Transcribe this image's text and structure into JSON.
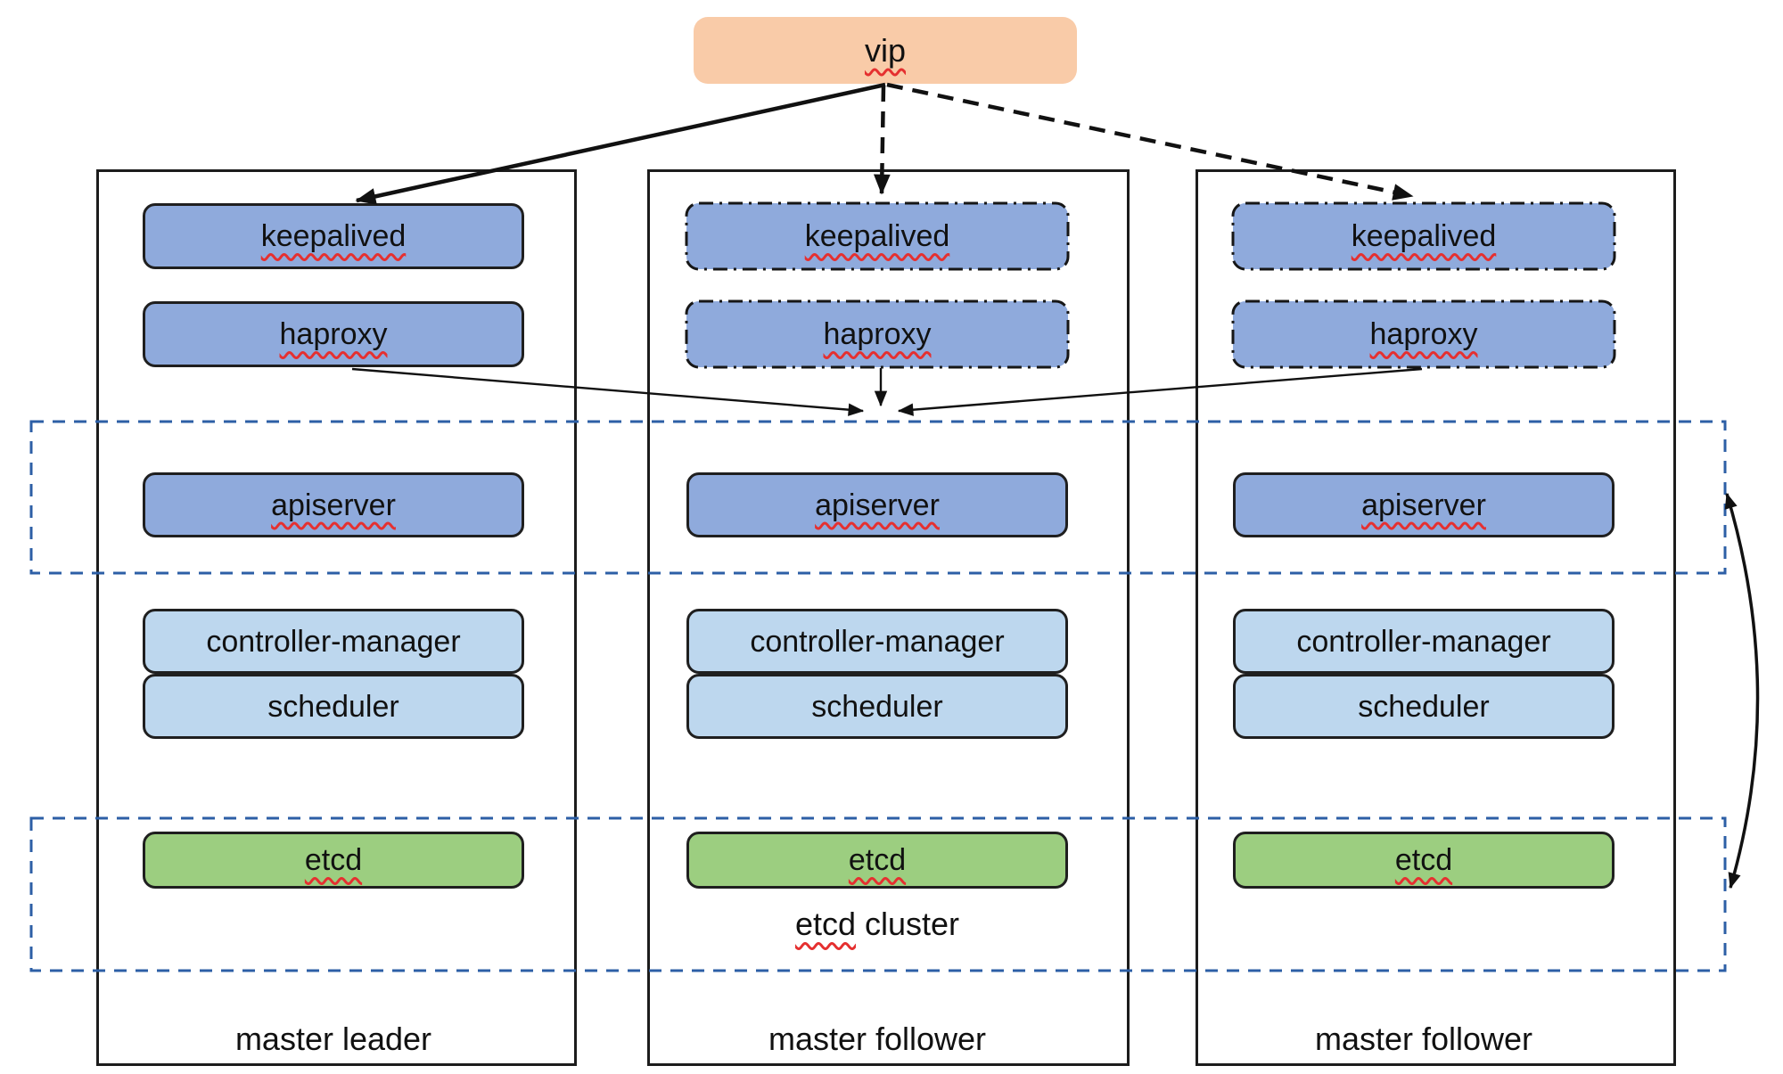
{
  "vip": {
    "label": "vip"
  },
  "columns": [
    {
      "role": "master leader",
      "boxes": {
        "keepalived": "keepalived",
        "haproxy": "haproxy",
        "apiserver": "apiserver",
        "controller_manager": "controller-manager",
        "scheduler": "scheduler",
        "etcd": "etcd"
      }
    },
    {
      "role": "master follower",
      "boxes": {
        "keepalived": "keepalived",
        "haproxy": "haproxy",
        "apiserver": "apiserver",
        "controller_manager": "controller-manager",
        "scheduler": "scheduler",
        "etcd": "etcd"
      }
    },
    {
      "role": "master follower",
      "boxes": {
        "keepalived": "keepalived",
        "haproxy": "haproxy",
        "apiserver": "apiserver",
        "controller_manager": "controller-manager",
        "scheduler": "scheduler",
        "etcd": "etcd"
      }
    }
  ],
  "groups": {
    "etcd_cluster": {
      "word": "etcd",
      "rest": " cluster"
    }
  },
  "colors": {
    "vip_fill": "#F9CBA8",
    "component_blue": "#8FAADC",
    "component_light_blue": "#BDD7EE",
    "component_green": "#9CCE80",
    "group_outline_blue": "#2D5FA6",
    "squiggle_red": "#E53030",
    "line_black": "#111111"
  }
}
